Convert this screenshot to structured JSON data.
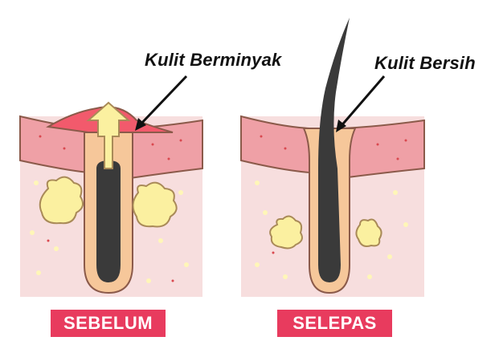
{
  "before": {
    "label": "SEBELUM",
    "annotation": "Kulit Berminyak"
  },
  "after": {
    "label": "SELEPAS",
    "annotation": "Kulit Bersih"
  },
  "colors": {
    "badge": "#e83b5e",
    "skin_top": "#e8808c",
    "skin_fill": "#efa0a6",
    "dermis": "#f7dede",
    "follicle": "#f6c79a",
    "oil": "#fbf0a0",
    "oil_outline": "#a98a58",
    "hair": "#3a3a3a",
    "outline": "#8b5a4a",
    "inflamed": "#f25a6c",
    "dots_red": "#d9484f",
    "dots_yellow": "#fff6b8"
  }
}
